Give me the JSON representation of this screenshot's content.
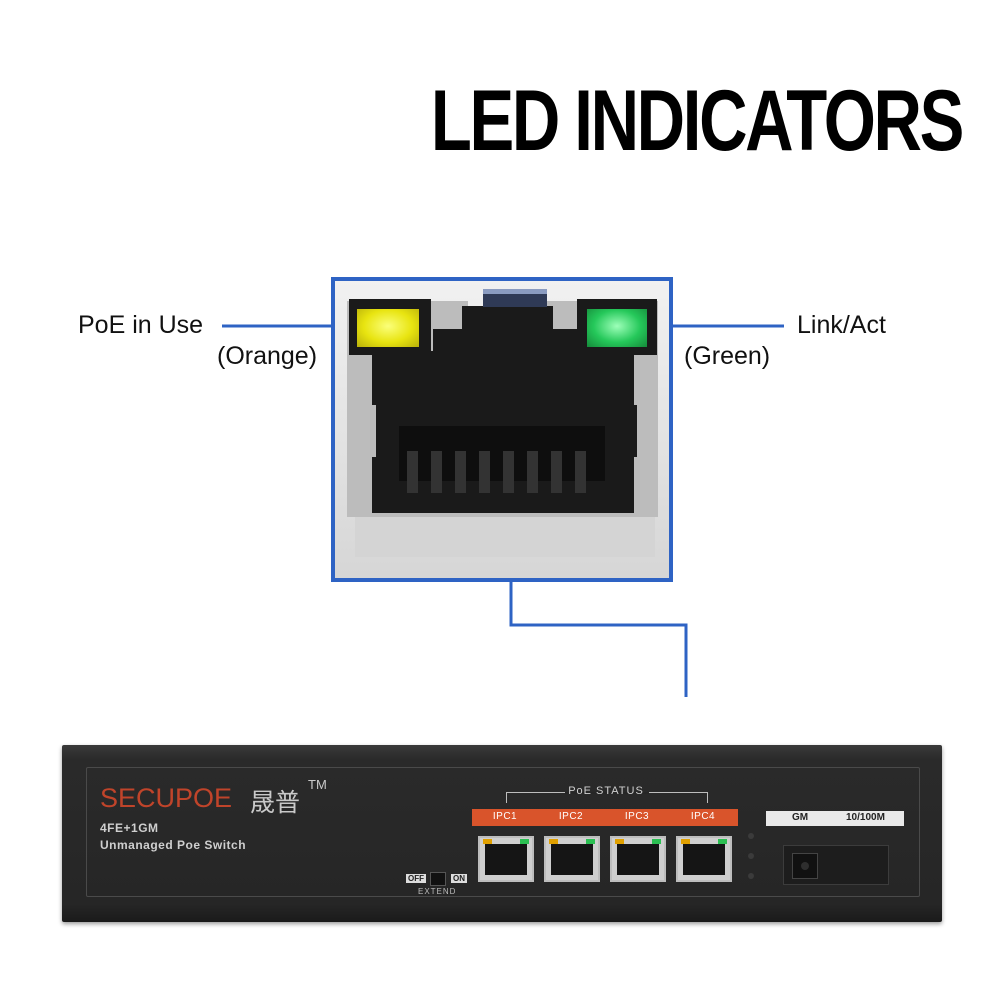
{
  "headline": "LED INDICATORS",
  "callouts": {
    "left_label": "PoE in Use",
    "left_sub": "(Orange)",
    "right_label": "Link/Act",
    "right_sub": "(Green)"
  },
  "colors": {
    "frame_blue": "#2e63c4",
    "poe_led": "#e8e410",
    "link_led": "#25c85a",
    "brand_red": "#c0442a",
    "ipc_orange": "#d9542b"
  },
  "device": {
    "brand": "SECUPOE",
    "brand_cn": "晟普",
    "trademark": "TM",
    "model_line1": "4FE+1GM",
    "model_line2": "Unmanaged Poe Switch",
    "poe_status": "PoE STATUS",
    "ports": [
      "IPC1",
      "IPC2",
      "IPC3",
      "IPC4"
    ],
    "uplink_labels": [
      "GM",
      "10/100M"
    ],
    "extend": {
      "off": "OFF",
      "on": "ON",
      "label": "EXTEND"
    }
  }
}
